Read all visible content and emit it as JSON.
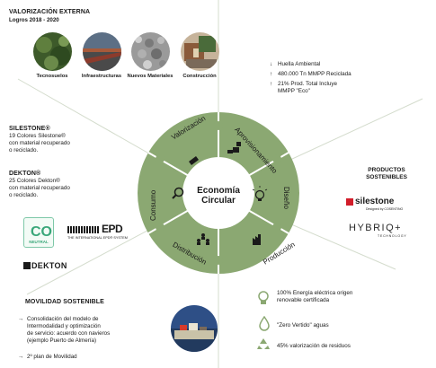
{
  "valorizacion": {
    "title": "VALORIZACIÓN EXTERNA",
    "years": "Logros  2018 - 2020",
    "items": [
      {
        "label": "Tecnosuelos"
      },
      {
        "label": "Infraestructuras"
      },
      {
        "label": "Nuevos Materiales"
      },
      {
        "label": "Construcción"
      }
    ]
  },
  "huella": {
    "lines": [
      {
        "sym": "↓",
        "text": "Huella Ambiental"
      },
      {
        "sym": "↑",
        "text": "480.000  Tn MMPP Reciclada"
      },
      {
        "sym": "↑",
        "text": "21% Prod. Total Incluye"
      },
      {
        "sym": "",
        "text": "MMPP \"Eco\""
      }
    ]
  },
  "silestone_block": {
    "title": "SILESTONE®",
    "lines": [
      "19 Colores Silestone®",
      "con material recuperado",
      "o reciclado."
    ]
  },
  "dekton_block": {
    "title": "DEKTON®",
    "lines": [
      "25 Colores Dekton®",
      "con material recuperado",
      "o reciclado."
    ]
  },
  "logos": {
    "neutral": "NEUTRAL",
    "epd": "EPD",
    "epd_sub": "THE INTERNATIONAL EPD® SYSTEM",
    "dekton": "DEKTON",
    "silestone": "silestone",
    "silestone_sub": "Designed by COSENTINO",
    "hybriq": "HYBRIQ+",
    "hybriq_sub": "TECHNOLOGY"
  },
  "productos": {
    "title_line1": "PRODUCTOS",
    "title_line2": "SOSTENIBLES"
  },
  "movilidad": {
    "title": "MOVILIDAD SOSTENIBLE",
    "items": [
      {
        "sym": "→",
        "lines": [
          "Consolidación del modelo de",
          "Intermodalidad y optimización",
          "de servicio: acuerdo con navieros",
          "(ejemplo Puerto de Almería)"
        ]
      },
      {
        "sym": "→",
        "lines": [
          "2º plan de Movilidad"
        ]
      }
    ]
  },
  "energia": {
    "items": [
      {
        "lines": [
          "100% Energía eléctrica origen",
          "renovable certificada"
        ]
      },
      {
        "lines": [
          "\"Zero Vertido\" aguas"
        ]
      },
      {
        "lines": [
          "45% valorización de residuos"
        ]
      }
    ]
  },
  "center": {
    "line1": "Economía",
    "line2": "Circular"
  },
  "segments": [
    {
      "label": "Valorización"
    },
    {
      "label": "Aprovisionamiento"
    },
    {
      "label": "Diseño"
    },
    {
      "label": "Producción"
    },
    {
      "label": "Distribución"
    },
    {
      "label": "Consumo"
    }
  ],
  "colors": {
    "ring": "#8ba872",
    "ring_dark": "#6f8f58",
    "text": "#1a1a1a",
    "silestone_red": "#d21d2a",
    "line": "#cfd8c8"
  }
}
